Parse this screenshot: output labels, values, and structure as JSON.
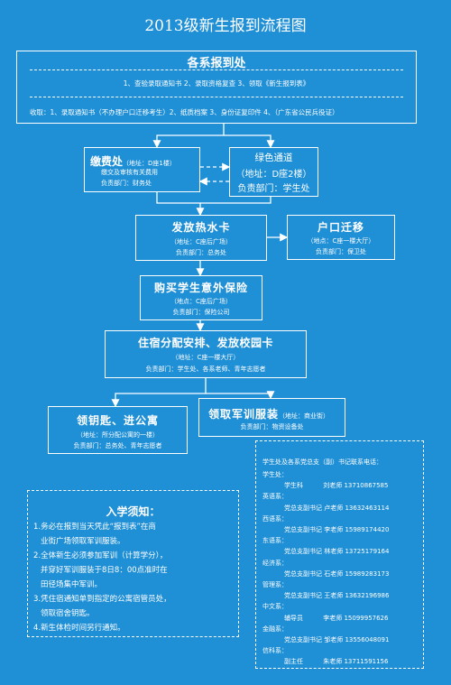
{
  "title": "2013级新生报到流程图",
  "departments": {
    "title": "各系报到处",
    "line1": "1、查验录取通知书 2、录取资格复查 3、领取《新生报到表》",
    "line2": "收取：1、录取通知书（不办理户口迁移考生）2、纸质档案 3、身份证复印件 4、（广东省公民兵役证）"
  },
  "fee": {
    "title": "缴费处",
    "address": "（地址：D座1楼）",
    "desc": "缴交及审核有关费用",
    "dept": "负责部门：财务处"
  },
  "green": {
    "title": "绿色通道",
    "address": "（地址：D座2楼）",
    "dept": "负责部门：学生处"
  },
  "card": {
    "title": "发放热水卡",
    "address": "（地址：C座后广场）",
    "dept": "负责部门：总务处"
  },
  "hukou": {
    "title": "户口迁移",
    "address": "（地点：C座一楼大厅）",
    "dept": "负责部门：保卫处"
  },
  "insurance": {
    "title": "购买学生意外保险",
    "address": "（地点：C座后广场）",
    "dept": "负责部门：保险公司"
  },
  "dorm": {
    "title": "住宿分配安排、发放校园卡",
    "address": "（地址：C座一楼大厅）",
    "dept": "负责部门：学生处、各系老师、青年志愿者"
  },
  "keys": {
    "title": "领钥匙、进公寓",
    "address": "（地址：所分配公寓的一楼）",
    "dept": "负责部门：总务处、青年志愿者"
  },
  "uniform": {
    "title": "领取军训服装",
    "address": "（地址：商业街）",
    "dept": "负责部门：物资设备处"
  },
  "notice": {
    "title": "入学须知：",
    "items": [
      "1.务必在报到当天凭此“报到表”在商",
      "业街广场领取军训服装。",
      "2.全体新生必须参加军训（计算学分），",
      "并穿好军训服装于8日8：00点准时在",
      "田径场集中军训。",
      "3.凭住宿通知单到指定的公寓宿管员处，",
      "领取宿舍钥匙。",
      "4.新生体检时间另行通知。"
    ]
  },
  "contacts": {
    "header": "学生处及各系党总支（副）书记联系电话：",
    "rows": [
      {
        "text": "学生处："
      },
      {
        "text": "学生科          刘老师 13710867585"
      },
      {
        "text": "英语系："
      },
      {
        "text": "党总支副书记 卢老师 13632463114"
      },
      {
        "text": "西语系："
      },
      {
        "text": "党总支副书记 李老师 15989174420"
      },
      {
        "text": "东语系："
      },
      {
        "text": "党总支副书记 林老师 13725179164"
      },
      {
        "text": "经济系："
      },
      {
        "text": "党总支副书记 石老师 15989283173"
      },
      {
        "text": "管理系："
      },
      {
        "text": "党总支副书记 王老师 13632196986"
      },
      {
        "text": "中文系："
      },
      {
        "text": "辅导员          李老师 15099957626"
      },
      {
        "text": "金融系："
      },
      {
        "text": "党总支副书记 邹老师 13556048091"
      },
      {
        "text": "信科系："
      },
      {
        "text": "副主任          朱老师 13711591156"
      }
    ]
  }
}
